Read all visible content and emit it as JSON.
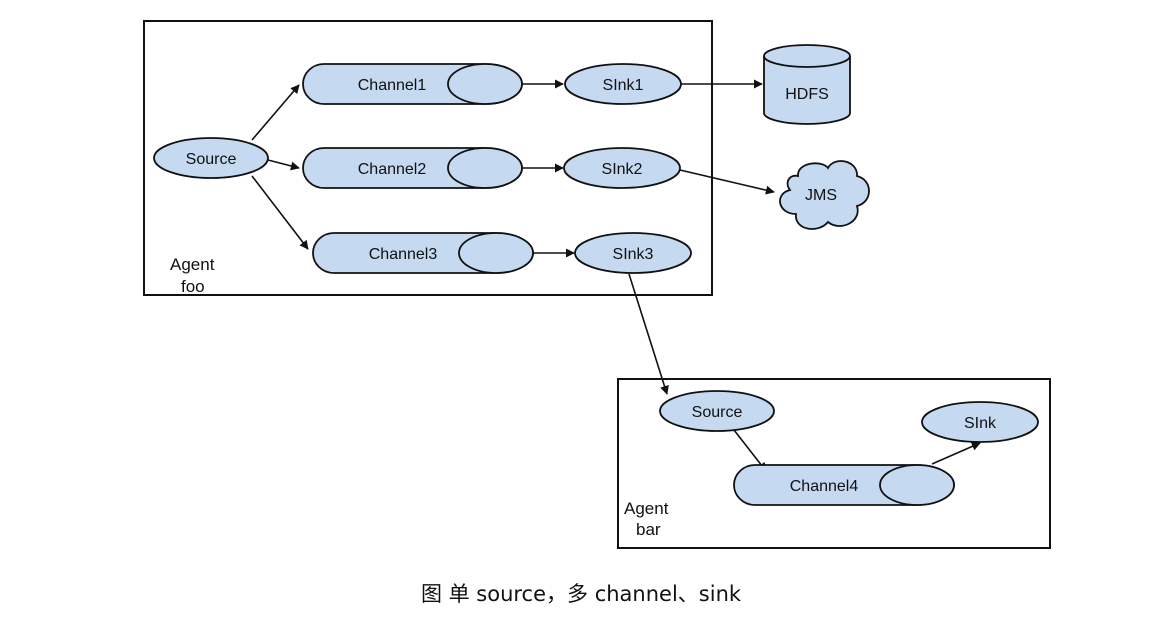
{
  "colors": {
    "node_fill": "#c5d9f1",
    "stroke": "#111111"
  },
  "agents": [
    {
      "id": "foo",
      "label_line1": "Agent",
      "label_line2": "foo"
    },
    {
      "id": "bar",
      "label_line1": "Agent",
      "label_line2": "bar"
    }
  ],
  "nodes": {
    "source_foo": {
      "label": "Source",
      "shape": "ellipse"
    },
    "channel1": {
      "label": "Channel1",
      "shape": "channel"
    },
    "channel2": {
      "label": "Channel2",
      "shape": "channel"
    },
    "channel3": {
      "label": "Channel3",
      "shape": "channel"
    },
    "sink1": {
      "label": "SInk1",
      "shape": "ellipse"
    },
    "sink2": {
      "label": "SInk2",
      "shape": "ellipse"
    },
    "sink3": {
      "label": "SInk3",
      "shape": "ellipse"
    },
    "hdfs": {
      "label": "HDFS",
      "shape": "cylinder",
      "icon": "database-icon"
    },
    "jms": {
      "label": "JMS",
      "shape": "cloud",
      "icon": "cloud-icon"
    },
    "source_bar": {
      "label": "Source",
      "shape": "ellipse"
    },
    "channel4": {
      "label": "Channel4",
      "shape": "channel"
    },
    "sink_bar": {
      "label": "SInk",
      "shape": "ellipse"
    }
  },
  "edges": [
    {
      "from": "source_foo",
      "to": "channel1"
    },
    {
      "from": "source_foo",
      "to": "channel2"
    },
    {
      "from": "source_foo",
      "to": "channel3"
    },
    {
      "from": "channel1",
      "to": "sink1"
    },
    {
      "from": "channel2",
      "to": "sink2"
    },
    {
      "from": "channel3",
      "to": "sink3"
    },
    {
      "from": "sink1",
      "to": "hdfs"
    },
    {
      "from": "sink2",
      "to": "jms"
    },
    {
      "from": "sink3",
      "to": "source_bar"
    },
    {
      "from": "source_bar",
      "to": "channel4"
    },
    {
      "from": "channel4",
      "to": "sink_bar"
    }
  ],
  "caption": "图 单 source，多 channel、sink"
}
